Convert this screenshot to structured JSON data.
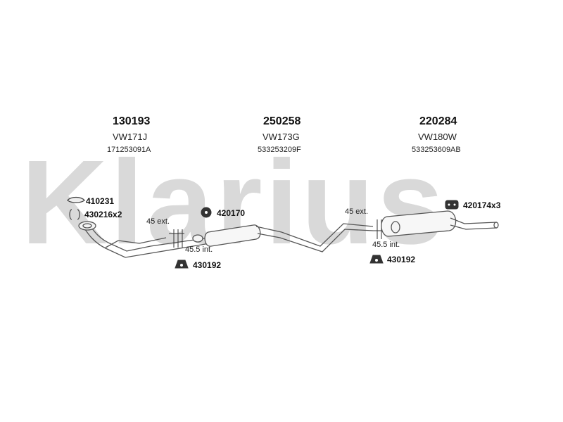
{
  "watermark": "Klarius",
  "sections": [
    {
      "part_number": "130193",
      "model": "VW171J",
      "oem": "171253091A"
    },
    {
      "part_number": "250258",
      "model": "VW173G",
      "oem": "533253209F"
    },
    {
      "part_number": "220284",
      "model": "VW180W",
      "oem": "533253609AB"
    }
  ],
  "accessories": {
    "gasket": "410231",
    "clamp": "430216x2",
    "mount_front": "420170",
    "hanger_front": "430192",
    "hanger_rear": "430192",
    "rubber_rear": "420174x3"
  },
  "dimensions": {
    "front_ext": "45 ext.",
    "front_int": "45.5 int.",
    "rear_ext": "45 ext.",
    "rear_int": "45.5 int."
  }
}
